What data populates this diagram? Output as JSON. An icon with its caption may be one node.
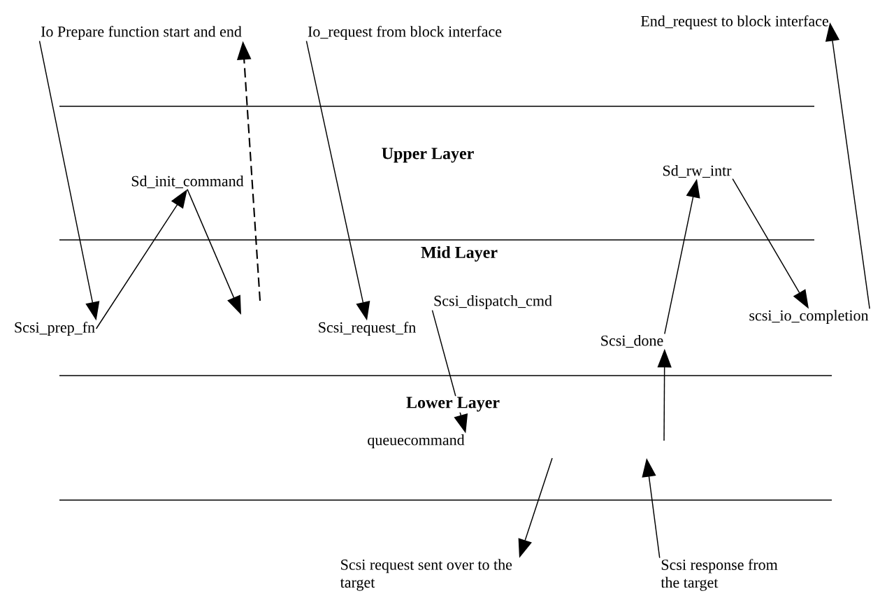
{
  "diagram": {
    "nodes": [
      {
        "text": [
          "Io Prepare function start and end"
        ]
      },
      {
        "text": [
          "Io_request from block interface"
        ]
      },
      {
        "text": [
          "End_request to block interface"
        ]
      },
      {
        "text": [
          "Sd_init_command"
        ]
      },
      {
        "text": [
          "Sd_rw_intr"
        ]
      },
      {
        "text": [
          "Scsi_prep_fn"
        ]
      },
      {
        "text": [
          "Scsi_request_fn"
        ]
      },
      {
        "text": [
          "Scsi_dispatch_cmd"
        ]
      },
      {
        "text": [
          "Scsi_done"
        ]
      },
      {
        "text": [
          "scsi_io_completion"
        ]
      },
      {
        "text": [
          "queuecommand"
        ]
      },
      {
        "text": [
          "Scsi request sent over to the target"
        ]
      },
      {
        "text": [
          "Scsi response from the target"
        ]
      }
    ],
    "edges": [
      {
        "from": 0,
        "to": 5,
        "arrow": "to"
      },
      {
        "from": 5,
        "to": 3,
        "arrow": "to"
      },
      {
        "from": 3,
        "to": null,
        "arrow": "to"
      },
      {
        "from": null,
        "to": 0,
        "arrow": "to",
        "style": "dashed"
      },
      {
        "from": 1,
        "to": 6,
        "arrow": "to"
      },
      {
        "from": 7,
        "to": 10,
        "arrow": "to"
      },
      {
        "from": null,
        "to": 11,
        "arrow": "to"
      },
      {
        "from": 12,
        "to": null,
        "arrow": "to"
      },
      {
        "from": null,
        "to": 8,
        "arrow": "to"
      },
      {
        "from": 8,
        "to": 4,
        "arrow": "to"
      },
      {
        "from": 4,
        "to": 9,
        "arrow": "to"
      },
      {
        "from": 9,
        "to": 2,
        "arrow": "to"
      }
    ],
    "labels": [
      "Upper Layer",
      "Mid Layer",
      "Lower Layer"
    ]
  }
}
